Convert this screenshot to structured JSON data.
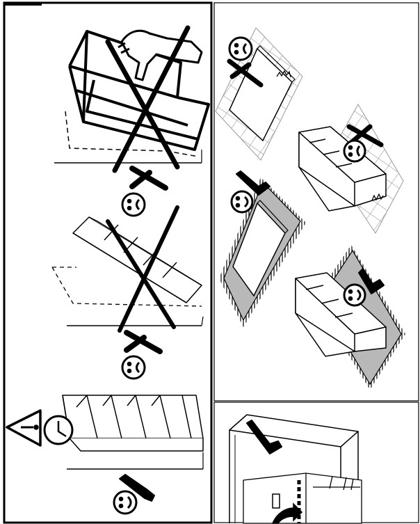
{
  "page": {
    "layout": "instruction-sheet-panels",
    "colors": {
      "ink": "#000000",
      "paper": "#ffffff",
      "rug": "#b8b8b8",
      "grid": "#9a9a9a"
    }
  },
  "panels": [
    {
      "id": "left-tall-panel",
      "scenes": [
        {
          "id": "shelf-tipping-over",
          "verdict": "wrong",
          "icons": [
            "frown-face-icon",
            "cross-mark-icon"
          ]
        },
        {
          "id": "shelf-falling-diagonally",
          "verdict": "wrong",
          "icons": [
            "frown-face-icon",
            "cross-mark-icon"
          ]
        },
        {
          "id": "shelf-secured-to-wall",
          "verdict": "right",
          "icons": [
            "warning-triangle-icon",
            "wall-anchor-icon",
            "smile-face-icon",
            "check-mark-icon"
          ]
        }
      ]
    },
    {
      "id": "top-right-panel",
      "scenes": [
        {
          "id": "panel-on-hard-floor",
          "verdict": "wrong",
          "icons": [
            "frown-face-icon",
            "cross-mark-icon"
          ]
        },
        {
          "id": "box-on-hard-floor",
          "verdict": "wrong",
          "icons": [
            "frown-face-icon",
            "cross-mark-icon"
          ]
        },
        {
          "id": "panel-on-rug",
          "verdict": "right",
          "icons": [
            "smile-face-icon",
            "check-mark-icon"
          ]
        },
        {
          "id": "box-on-rug",
          "verdict": "right",
          "icons": [
            "smile-face-icon",
            "check-mark-icon"
          ]
        }
      ]
    },
    {
      "id": "bottom-right-panel",
      "scenes": [
        {
          "id": "drawer-insertion",
          "verdict": "right",
          "icons": [
            "check-mark-icon",
            "curved-arrow-icon"
          ]
        }
      ]
    }
  ]
}
